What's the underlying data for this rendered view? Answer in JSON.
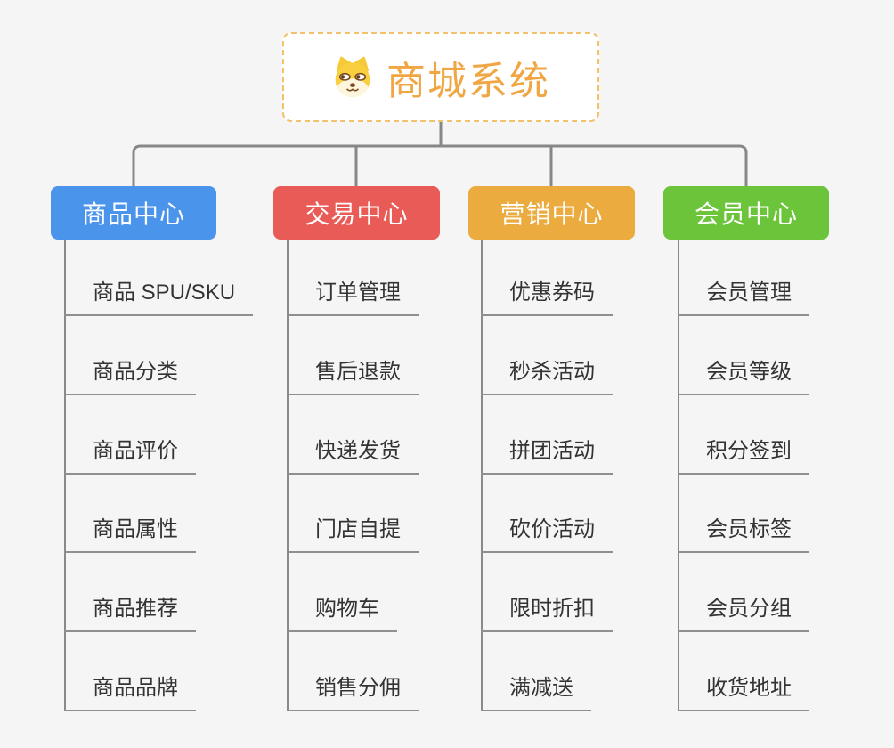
{
  "page": {
    "background_color": "#f5f5f5",
    "connector_color": "#878787",
    "leaf_text_color": "#333333",
    "leaf_line_color": "#8f8f8f"
  },
  "root": {
    "label": "商城系统",
    "icon": "dog-face-icon",
    "text_color": "#f0a643",
    "border_color": "#f2c16a",
    "fill_color": "#ffffff"
  },
  "branches": [
    {
      "label": "商品中心",
      "color": "#4b94ec",
      "items": [
        "商品 SPU/SKU",
        "商品分类",
        "商品评价",
        "商品属性",
        "商品推荐",
        "商品品牌"
      ]
    },
    {
      "label": "交易中心",
      "color": "#e95b57",
      "items": [
        "订单管理",
        "售后退款",
        "快递发货",
        "门店自提",
        "购物车",
        "销售分佣"
      ]
    },
    {
      "label": "营销中心",
      "color": "#ebab3e",
      "items": [
        "优惠券码",
        "秒杀活动",
        "拼团活动",
        "砍价活动",
        "限时折扣",
        "满减送"
      ]
    },
    {
      "label": "会员中心",
      "color": "#6cc43b",
      "items": [
        "会员管理",
        "会员等级",
        "积分签到",
        "会员标签",
        "会员分组",
        "收货地址"
      ]
    }
  ]
}
